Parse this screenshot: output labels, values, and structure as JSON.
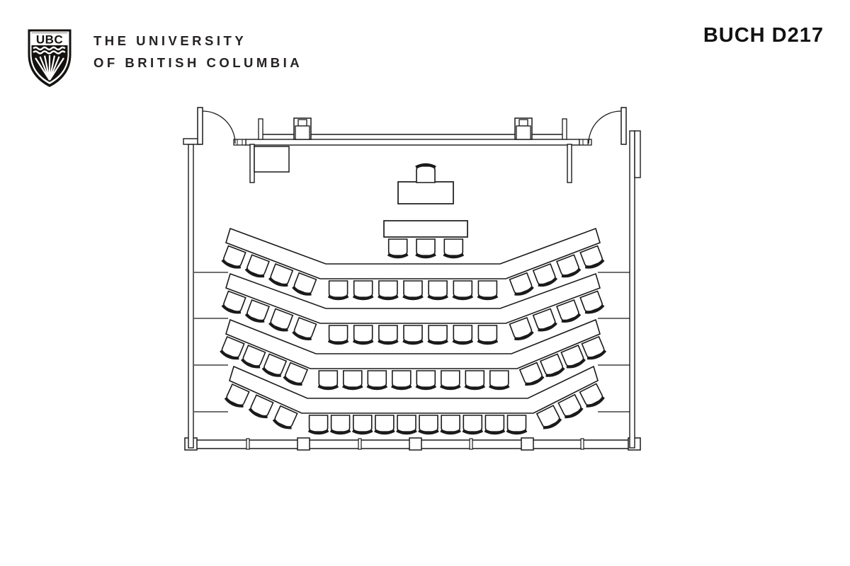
{
  "header": {
    "logo_text": "UBC",
    "university_line1": "THE UNIVERSITY",
    "university_line2": "OF BRITISH COLUMBIA",
    "room_label": "BUCH D217"
  },
  "floor_plan": {
    "room": "BUCH D217",
    "view": "top-down seating plan, front of room at top",
    "line_color": "#1a1a1a",
    "background_color": "#ffffff",
    "front_of_room": {
      "whiteboard": true,
      "doors": 2,
      "wall_fixtures": 2,
      "storage_cabinet": true
    },
    "instructor_station": {
      "table": true,
      "seats": 1
    },
    "front_table": {
      "seats": 3
    },
    "rows": [
      {
        "label": "Row 1",
        "seats_left_wing": 4,
        "seats_center": 7,
        "seats_right_wing": 4,
        "seats_total": 15
      },
      {
        "label": "Row 2",
        "seats_left_wing": 4,
        "seats_center": 7,
        "seats_right_wing": 4,
        "seats_total": 15
      },
      {
        "label": "Row 3",
        "seats_left_wing": 4,
        "seats_center": 8,
        "seats_right_wing": 4,
        "seats_total": 16
      },
      {
        "label": "Row 4",
        "seats_left_wing": 3,
        "seats_center": 10,
        "seats_right_wing": 3,
        "seats_total": 16
      }
    ],
    "total_student_seats": 65,
    "window_wall": {
      "position": "bottom",
      "mullions": 5
    },
    "tiered_floor_steps": 4
  }
}
